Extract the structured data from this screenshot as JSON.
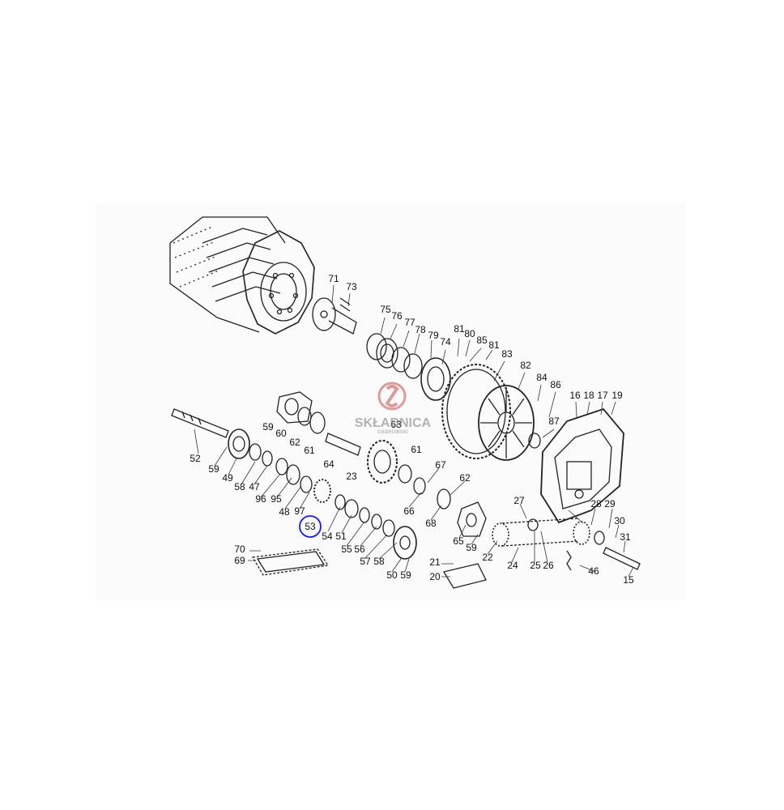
{
  "watermark": {
    "brand": "SKŁADNICA",
    "sub": "DĄBROWSKI",
    "accent": "#c0504d"
  },
  "highlight": {
    "label": "53",
    "color": "#1a1aff"
  },
  "labels": [
    "71",
    "73",
    "75",
    "76",
    "77",
    "78",
    "79",
    "74",
    "81",
    "80",
    "85",
    "81",
    "83",
    "82",
    "84",
    "86",
    "87",
    "16",
    "18",
    "17",
    "19",
    "59",
    "60",
    "62",
    "61",
    "63",
    "64",
    "61",
    "23",
    "52",
    "59",
    "49",
    "58",
    "47",
    "96",
    "95",
    "48",
    "97",
    "54",
    "51",
    "55",
    "56",
    "57",
    "58",
    "50",
    "59",
    "67",
    "62",
    "66",
    "68",
    "65",
    "59",
    "27",
    "22",
    "24",
    "25",
    "26",
    "28",
    "29",
    "30",
    "31",
    "15",
    "46",
    "70",
    "69",
    "21",
    "20"
  ]
}
